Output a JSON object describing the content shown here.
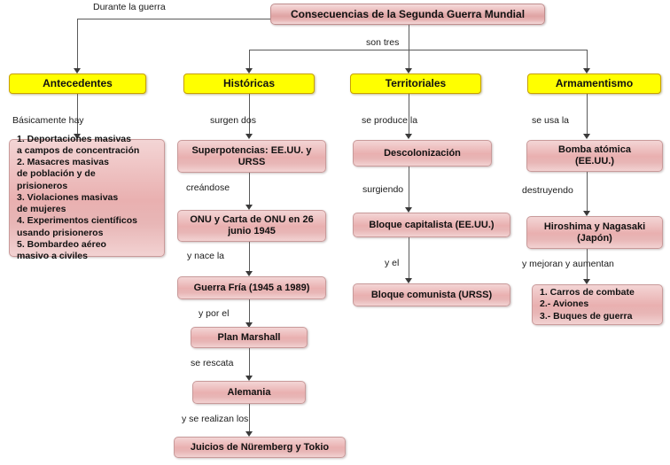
{
  "diagram": {
    "title_node": "Consecuencias de la Segunda Guerra Mundial",
    "branches": {
      "antecedentes": "Antecedentes",
      "historicas": "Históricas",
      "territoriales": "Territoriales",
      "armamentismo": "Armamentismo"
    },
    "edge_labels": {
      "durante_la_guerra": "Durante la guerra",
      "son_tres": "son tres",
      "basicamente_hay": "Básicamente hay",
      "surgen_dos": "surgen dos",
      "creandose": "creándose",
      "y_nace_la": "y nace la",
      "y_por_el": "y por el",
      "se_rescata": "se rescata",
      "y_se_realizan_los": "y se realizan los",
      "se_produce_la": "se produce la",
      "surgiendo": "surgiendo",
      "y_el": "y el",
      "se_usa_la": "se usa la",
      "destruyendo": "destruyendo",
      "y_mejoran_y_aumentan": "y mejoran y aumentan"
    },
    "col1_nodes": {
      "lista_antecedentes": "1. Deportaciones masivas\na campos de concentración\n2. Masacres masivas\nde población y de\nprisioneros\n3. Violaciones masivas\nde mujeres\n4. Experimentos científicos\nusando prisioneros\n5. Bombardeo aéreo\nmasivo a civiles"
    },
    "col2_nodes": {
      "superpotencias": "Superpotencias: EE.UU. y\nURSS",
      "onu": "ONU y Carta de ONU en 26\njunio 1945",
      "guerra_fria": "Guerra Fría (1945 a 1989)",
      "plan_marshall": "Plan Marshall",
      "alemania": "Alemania",
      "juicios": "Juicios de Nüremberg y Tokio"
    },
    "col3_nodes": {
      "descolonizacion": "Descolonización",
      "bloque_capitalista": "Bloque capitalista (EE.UU.)",
      "bloque_comunista": "Bloque comunista (URSS)"
    },
    "col4_nodes": {
      "bomba_atomica": "Bomba atómica\n(EE.UU.)",
      "hiroshima": "Hiroshima y Nagasaki\n(Japón)",
      "lista_armas": "1. Carros de combate\n2.- Aviones\n3.- Buques de guerra"
    },
    "colors": {
      "branch_yellow": "#ffff00",
      "node_pink": "#e9b0b0",
      "connector_gray": "#5a5a5a",
      "text_black": "#111111",
      "background": "#ffffff"
    }
  }
}
